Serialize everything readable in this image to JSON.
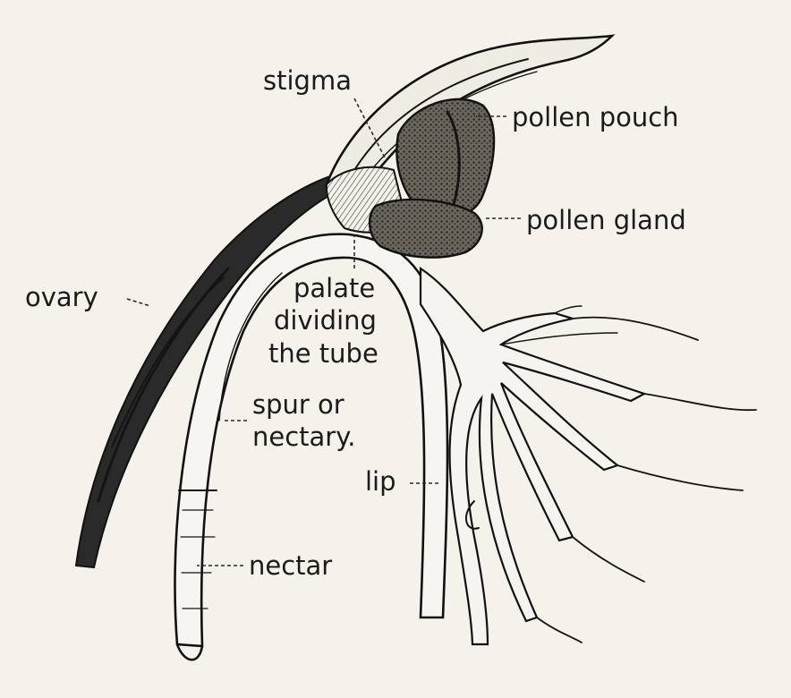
{
  "labels": {
    "stigma": "stigma",
    "pollen_pouch": "pollen pouch",
    "pollen_gland": "pollen gland",
    "ovary": "ovary",
    "palate": [
      "palate",
      "dividing",
      "the tube"
    ],
    "spur": [
      "spur or",
      "nectary."
    ],
    "lip": "lip",
    "nectar": "nectar"
  },
  "colors": {
    "paper": "#f4f2ea",
    "ink": "#141414"
  }
}
